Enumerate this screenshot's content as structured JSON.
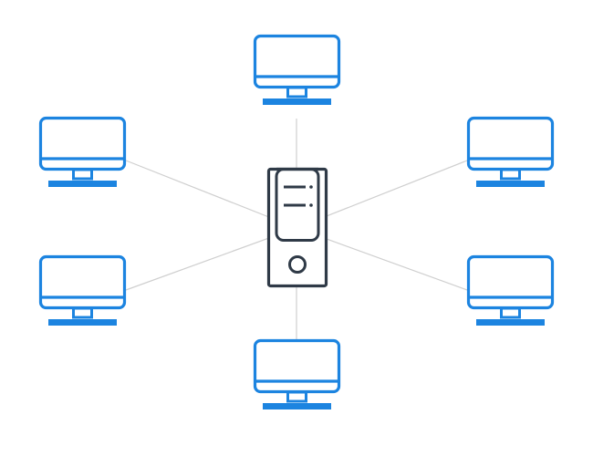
{
  "diagram": {
    "type": "star-network-topology",
    "colors": {
      "background": "#ffffff",
      "link": "#cfcfcf",
      "client": "#1c84e0",
      "server": "#2f3a47"
    },
    "hub": {
      "icon": "server-tower-icon"
    },
    "nodes": [
      {
        "id": "top",
        "icon": "monitor-icon"
      },
      {
        "id": "upper-left",
        "icon": "monitor-icon"
      },
      {
        "id": "upper-right",
        "icon": "monitor-icon"
      },
      {
        "id": "lower-left",
        "icon": "monitor-icon"
      },
      {
        "id": "lower-right",
        "icon": "monitor-icon"
      },
      {
        "id": "bottom",
        "icon": "monitor-icon"
      }
    ]
  }
}
